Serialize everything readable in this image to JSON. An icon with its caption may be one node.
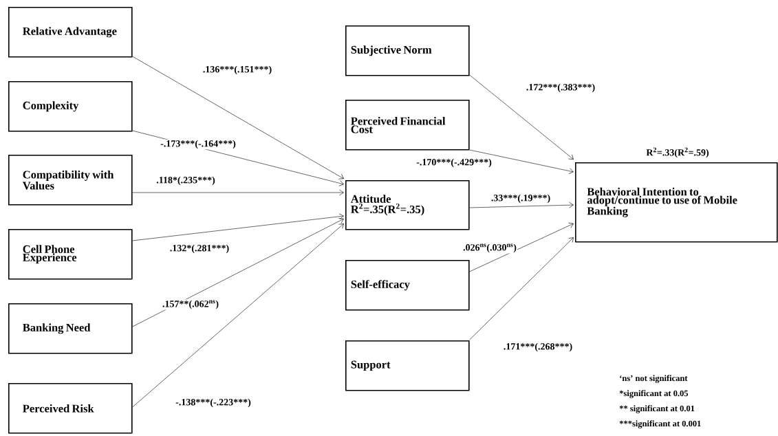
{
  "diagram": {
    "nodes": [
      {
        "text": [
          "Relative Advantage"
        ]
      },
      {
        "text": [
          "Complexity"
        ]
      },
      {
        "text": [
          "Compatibility with Values"
        ]
      },
      {
        "text": [
          "Cell Phone Experience"
        ]
      },
      {
        "text": [
          "Banking Need"
        ]
      },
      {
        "text": [
          "Perceived Risk"
        ]
      },
      {
        "text": [
          "Subjective Norm"
        ]
      },
      {
        "text": [
          "Perceived Financial Cost"
        ]
      },
      {
        "text": [
          "Attitude",
          "R$^{2}$=.35(R$^{2}$=.35)"
        ]
      },
      {
        "text": [
          "Self-efficacy"
        ]
      },
      {
        "text": [
          "Support"
        ]
      },
      {
        "text": [
          "Behavioral Intention to adopt/continue to use of Mobile Banking"
        ],
        "beside": [
          "R$^{2}$=.33(R$^{2}$=.59)"
        ]
      }
    ],
    "edges": [
      {
        "from": 0,
        "to": 8,
        "arrow": "to",
        "label": ".136***(.151***)"
      },
      {
        "from": 1,
        "to": 8,
        "arrow": "to",
        "label": "-.173***(-.164***)"
      },
      {
        "from": 2,
        "to": 8,
        "arrow": "to",
        "label": ".118*(.235***)"
      },
      {
        "from": 3,
        "to": 8,
        "arrow": "to",
        "label": ".132*(.281***)"
      },
      {
        "from": 4,
        "to": 8,
        "arrow": "to",
        "label": ".157**(.062$^{ns}$)"
      },
      {
        "from": 5,
        "to": 8,
        "arrow": "to",
        "label": "-.138***(-.223***)"
      },
      {
        "from": 6,
        "to": 11,
        "arrow": "to",
        "label": ".172***(.383***)"
      },
      {
        "from": 7,
        "to": 11,
        "arrow": "to",
        "label": "-.170***(-.429***)"
      },
      {
        "from": 8,
        "to": 11,
        "arrow": "to",
        "label": ".33***(.19***)"
      },
      {
        "from": 9,
        "to": 11,
        "arrow": "to",
        "label": ".026$^{ns}$(.030$^{ns}$)"
      },
      {
        "from": 10,
        "to": 11,
        "arrow": "to",
        "label": ".171***(.268***)"
      }
    ],
    "labels": [
      "‘ns’ not significant",
      "*significant at 0.05",
      "** significant at 0.01",
      "***significant at 0.001"
    ]
  }
}
